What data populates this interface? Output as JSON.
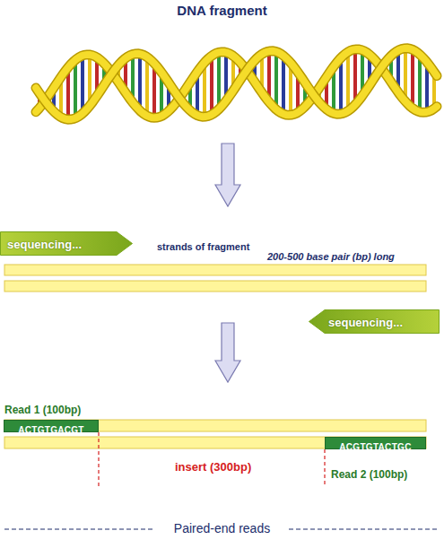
{
  "diagram": {
    "title": "DNA fragment",
    "caption": "Paired-end reads",
    "nodes": [
      {
        "text": [
          "sequencing..."
        ]
      },
      {
        "text": [
          "sequencing..."
        ]
      },
      {
        "text": [
          "Read 1 (100bp)",
          "ACTGTGACGT"
        ]
      },
      {
        "text": [
          "ACGTGTACTGC",
          "Read 2 (100bp)"
        ]
      }
    ],
    "labels": [
      "strands of fragment",
      "200-500 base pair (bp) long",
      "insert (300bp)"
    ]
  }
}
